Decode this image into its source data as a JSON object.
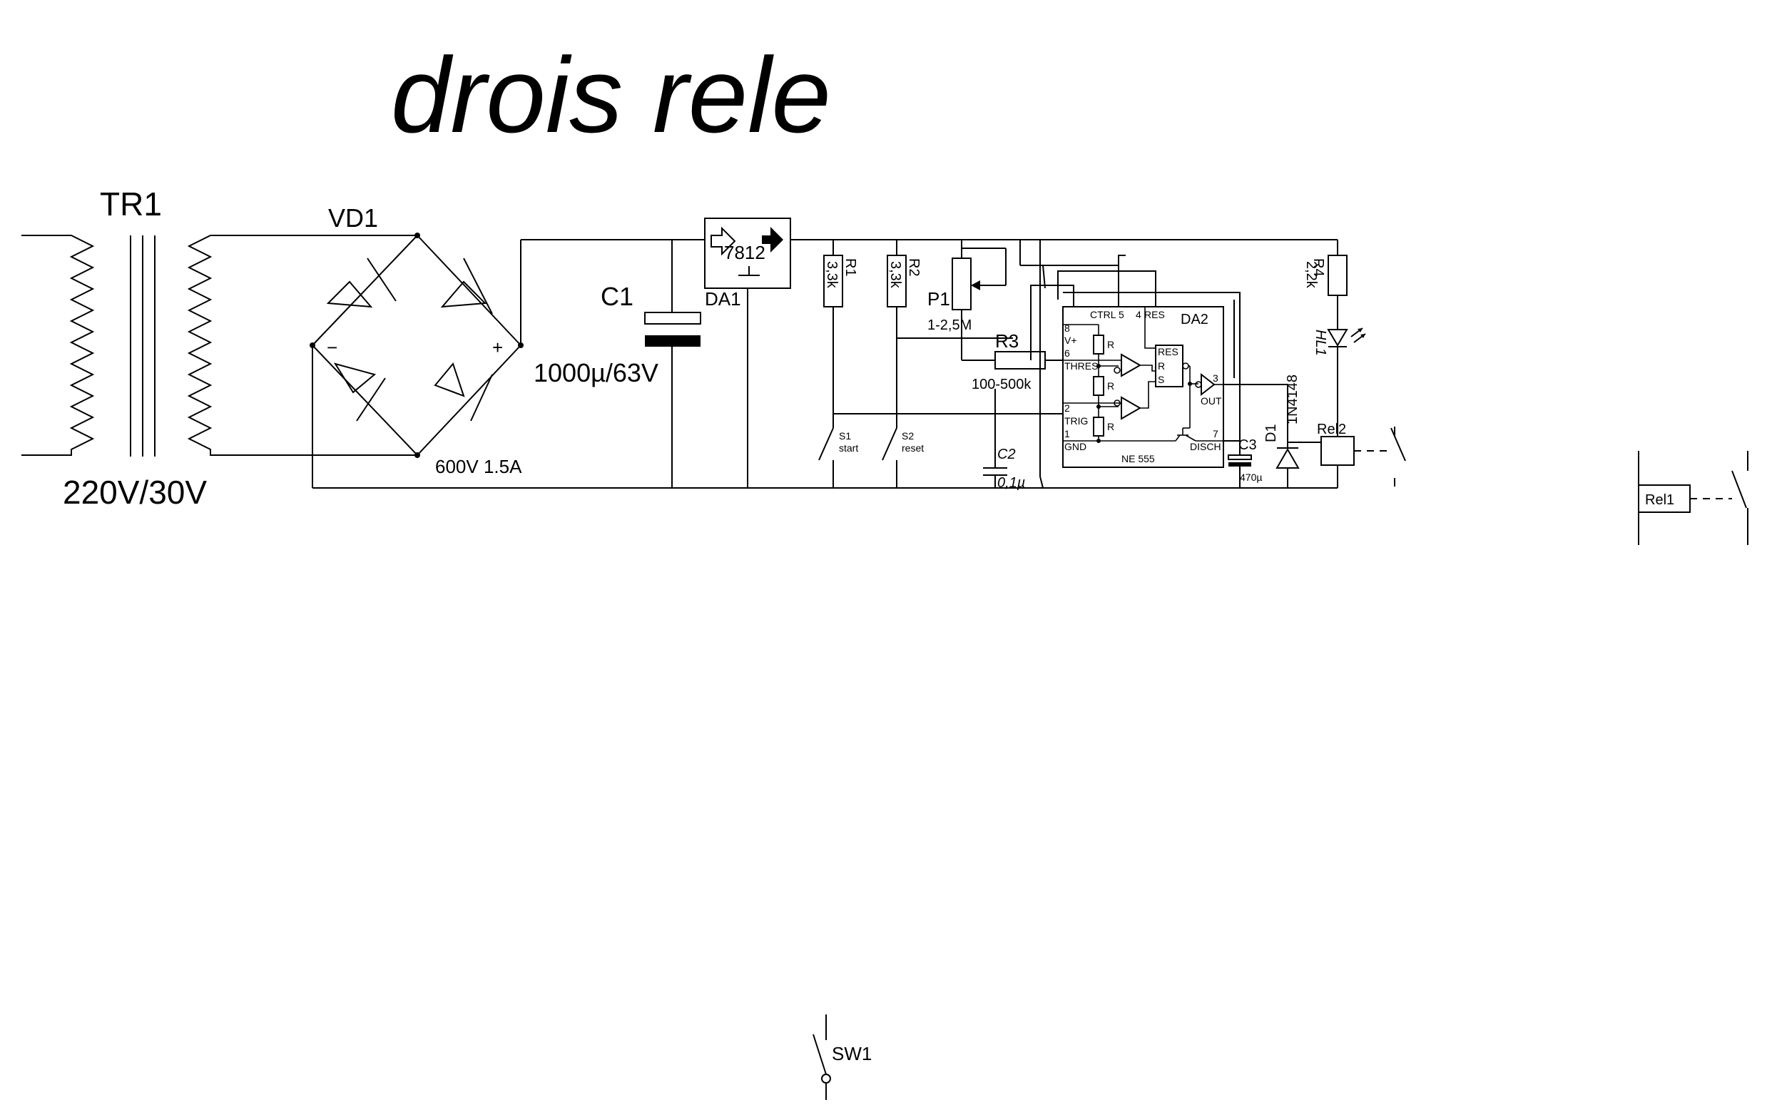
{
  "title": "drois rele",
  "labels": {
    "tr1": "TR1",
    "tr1_rating": "220V/30V",
    "vd1": "VD1",
    "vd1_minus": "−",
    "vd1_plus": "+",
    "vd1_rating": "600V 1.5A",
    "c1": "C1",
    "c1_value": "1000µ/63V",
    "da1": "DA1",
    "da1_part": "7812",
    "r1": "R1",
    "r1_value": "3,3k",
    "r2": "R2",
    "r2_value": "3,3k",
    "p1": "P1",
    "p1_value": "1-2,5M",
    "r3": "R3",
    "r3_value": "100-500k",
    "c2": "C2",
    "c2_value": "0,1µ",
    "s1": "S1",
    "s1_desc": "start",
    "s2": "S2",
    "s2_desc": "reset",
    "da2": "DA2",
    "ne555": "NE 555",
    "pin_ctrl": "CTRL",
    "pin_ctrl_num": "5",
    "pin_res": "RES",
    "pin_res_num": "4",
    "pin_vplus": "V+",
    "pin_vplus_num": "8",
    "pin_thres": "THRES",
    "pin_thres_num": "6",
    "pin_trig": "TRIG",
    "pin_trig_num": "2",
    "pin_gnd": "GND",
    "pin_gnd_num": "1",
    "pin_disch": "DISCH",
    "pin_disch_num": "7",
    "pin_out": "OUT",
    "pin_out_num": "3",
    "ff_res": "RES",
    "ff_r": "R",
    "ff_s": "S",
    "div_r": "R",
    "c3": "C3",
    "c3_value": "470µ",
    "d1": "D1",
    "d1_part": "1N4148",
    "r4": "R4",
    "r4_value": "2,2k",
    "hl1": "HL1",
    "rel2": "Rel2",
    "rel1": "Rel1",
    "sw1": "SW1"
  }
}
